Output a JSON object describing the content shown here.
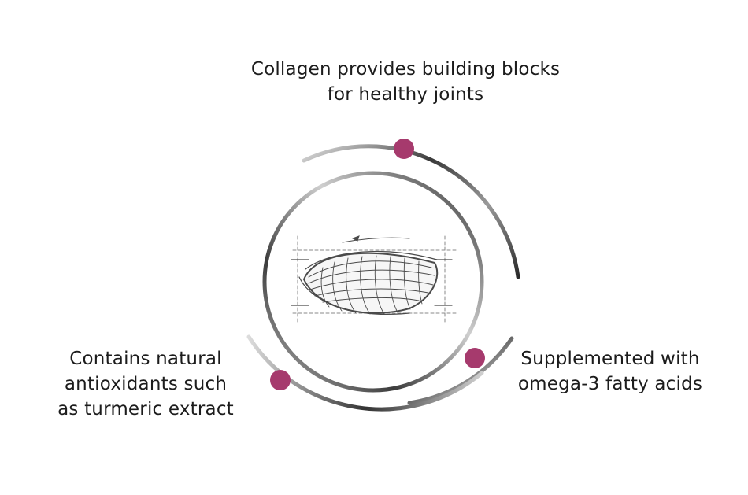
{
  "benefits": {
    "top": {
      "lines": [
        "Collagen provides building blocks",
        "for healthy joints"
      ]
    },
    "left": {
      "lines": [
        "Contains natural",
        "antioxidants such",
        "as turmeric extract"
      ]
    },
    "right": {
      "lines": [
        "Supplemented with",
        "omega-3 fatty acids"
      ]
    }
  },
  "colors": {
    "accent_dot": "#a63a6d",
    "ring_dark": "#2e2e2e",
    "ring_light": "#d6d6d6",
    "text": "#1c1c1c"
  },
  "icons": {
    "center": "joint-cartilage-sketch-icon"
  }
}
